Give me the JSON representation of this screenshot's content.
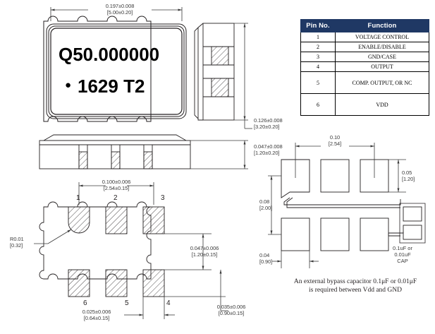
{
  "drawing": {
    "title": "6-pad SMD oscillator package outline and land pattern",
    "colors": {
      "table_header_bg": "#1F3864",
      "table_header_text": "#FFFFFF",
      "line": "#231F20",
      "dim_text": "#3A3A3A"
    }
  },
  "top_view": {
    "marking_line1": "Q50.000000",
    "marking_line2": "1629 T2",
    "pin1_dot": "●",
    "width_dim": {
      "inch": "0.197±0.008",
      "mm": "[5.00±0.20]"
    }
  },
  "end_view": {
    "height_dim": {
      "inch": "0.126±0.008",
      "mm": "[3.20±0.20]"
    }
  },
  "side_view": {
    "thickness_dim": {
      "inch": "0.047±0.008",
      "mm": "[1.20±0.20]"
    }
  },
  "bottom_view": {
    "pin_numbers_top": [
      "1",
      "2",
      "3"
    ],
    "pin_numbers_bottom": [
      "6",
      "5",
      "4"
    ],
    "pitch_dim": {
      "inch": "0.100±0.006",
      "mm": "[2.54±0.15]"
    },
    "pad_height_dim": {
      "inch": "0.047±0.006",
      "mm": "[1.20±0.15]"
    },
    "pad_width_dim": {
      "inch": "0.025±0.006",
      "mm": "[0.64±0.15]"
    },
    "edge_dim": {
      "inch": "0.035±0.006",
      "mm": "[0.90±0.15]"
    },
    "corner_radius": {
      "inch": "R0.01",
      "mm": "[0.32]"
    }
  },
  "land_pattern": {
    "pitch_dim": {
      "inch": "0.10",
      "mm": "[2.54]"
    },
    "pad_height_dim": {
      "inch": "0.05",
      "mm": "[1.20]"
    },
    "row_spacing_dim": {
      "inch": "0.08",
      "mm": "[2.00]"
    },
    "pad_width_dim": {
      "inch": "0.04",
      "mm": "[0.90]"
    },
    "cap_label_line1": "0.1uF or",
    "cap_label_line2": "0.01uF",
    "cap_label_line3": "CAP",
    "note_line1": "An external bypass capacitor 0.1μF or 0.01μF",
    "note_line2": "is required between Vdd and GND"
  },
  "pin_table": {
    "headers": [
      "Pin No.",
      "Function"
    ],
    "rows": [
      {
        "pin": "1",
        "function": "VOLTAGE CONTROL"
      },
      {
        "pin": "2",
        "function": "ENABLE/DISABLE"
      },
      {
        "pin": "3",
        "function": "GND/CASE"
      },
      {
        "pin": "4",
        "function": "OUTPUT"
      },
      {
        "pin": "5",
        "function": "COMP. OUTPUT, OR NC"
      },
      {
        "pin": "6",
        "function": "VDD"
      }
    ]
  }
}
